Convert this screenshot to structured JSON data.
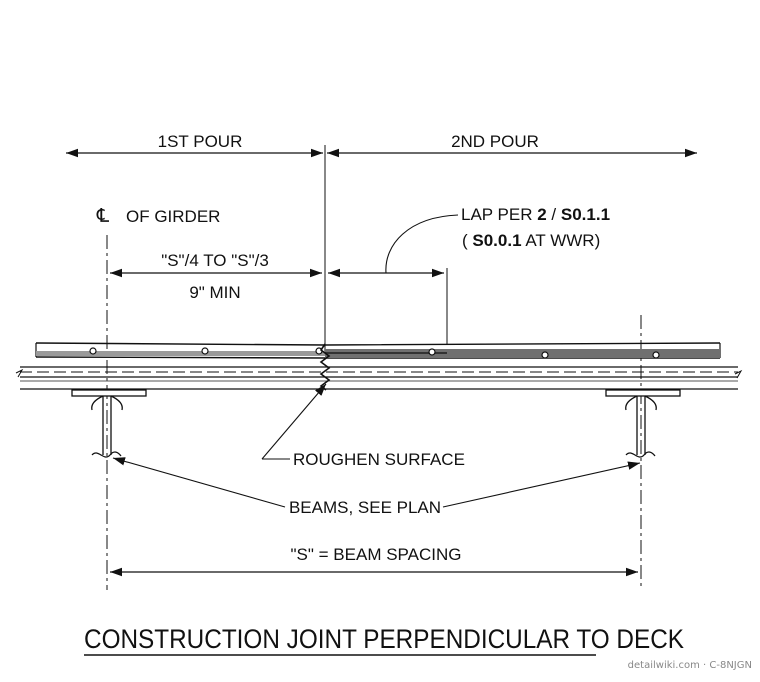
{
  "labels": {
    "pour1": "1ST POUR",
    "pour2": "2ND POUR",
    "cl_symbol": "℄",
    "cl_girder": "OF GIRDER",
    "lap_line1_prefix": "LAP PER ",
    "lap_ref_num": "2",
    "lap_sep": " / ",
    "lap_ref_sheet": "S0.1.1",
    "lap_line2_open": "( ",
    "lap_line2_sheet": "S0.0.1",
    "lap_line2_rest": "  AT WWR)",
    "s_range": "\"S\"/4 TO \"S\"/3",
    "min": "9\" MIN",
    "roughen": "ROUGHEN SURFACE",
    "beams": "BEAMS, SEE PLAN",
    "spacing": "\"S\" = BEAM SPACING"
  },
  "title": "CONSTRUCTION JOINT PERPENDICULAR TO DECK",
  "watermark": "detailwiki.com · C-8NJGN"
}
